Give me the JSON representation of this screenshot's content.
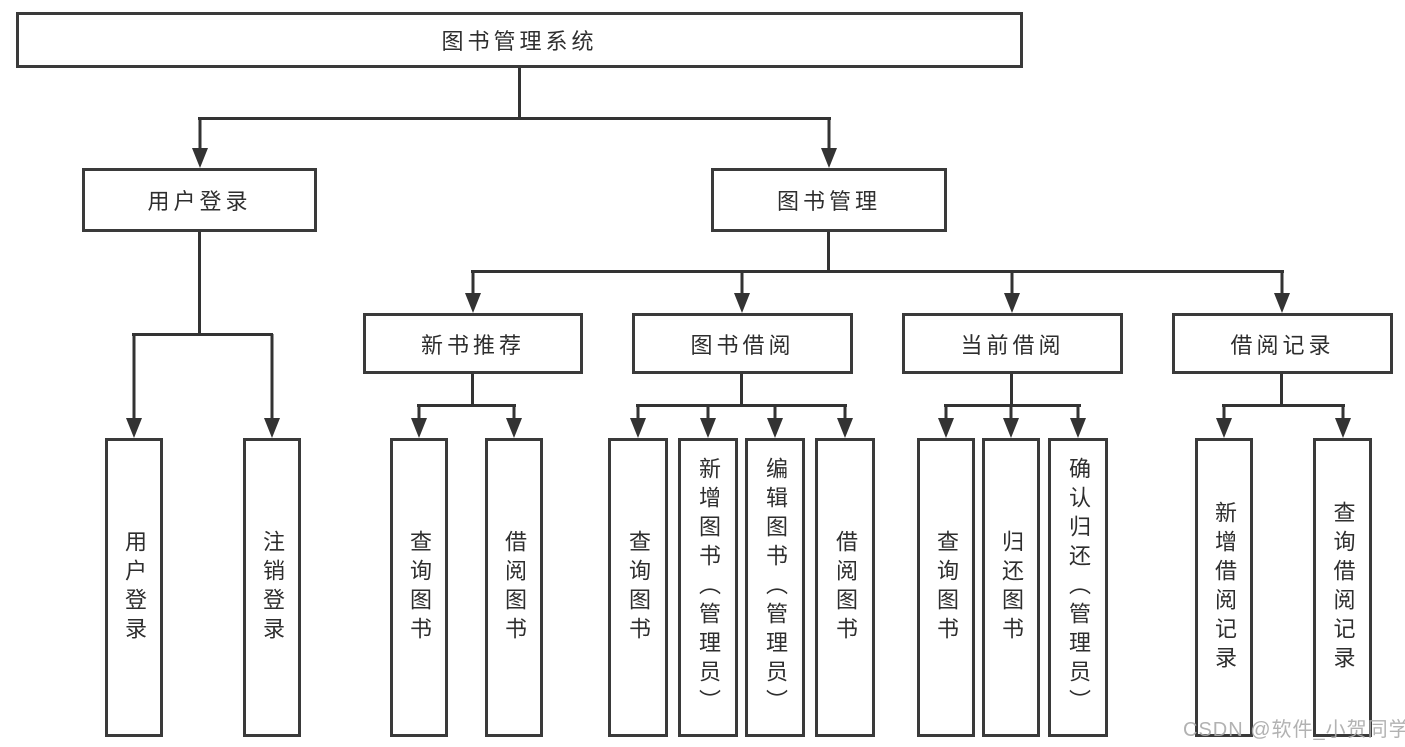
{
  "diagram": {
    "root": {
      "label": "图书管理系统"
    },
    "level2": {
      "user_login": {
        "label": "用户登录"
      },
      "book_mgmt": {
        "label": "图书管理"
      }
    },
    "level3": {
      "new_books": {
        "label": "新书推荐"
      },
      "book_borrow": {
        "label": "图书借阅"
      },
      "current_borrow": {
        "label": "当前借阅"
      },
      "borrow_records": {
        "label": "借阅记录"
      }
    },
    "leaves": {
      "login": {
        "label": "用户登录"
      },
      "logout": {
        "label": "注销登录"
      },
      "nb_query": {
        "label": "查询图书"
      },
      "nb_borrow": {
        "label": "借阅图书"
      },
      "bb_query": {
        "label": "查询图书"
      },
      "bb_add": {
        "label": "新增图书（管理员）"
      },
      "bb_edit": {
        "label": "编辑图书（管理员）"
      },
      "bb_borrow": {
        "label": "借阅图书"
      },
      "cb_query": {
        "label": "查询图书"
      },
      "cb_return": {
        "label": "归还图书"
      },
      "cb_confirm": {
        "label": "确认归还（管理员）"
      },
      "rec_add": {
        "label": "新增借阅记录"
      },
      "rec_query": {
        "label": "查询借阅记录"
      }
    }
  },
  "colors": {
    "line": "#333333",
    "border": "#3a3a3a",
    "text": "#2e2e2e",
    "watermark": "#ababab",
    "background": "#ffffff"
  },
  "watermark": {
    "text": "CSDN @软件_小贺同学"
  }
}
